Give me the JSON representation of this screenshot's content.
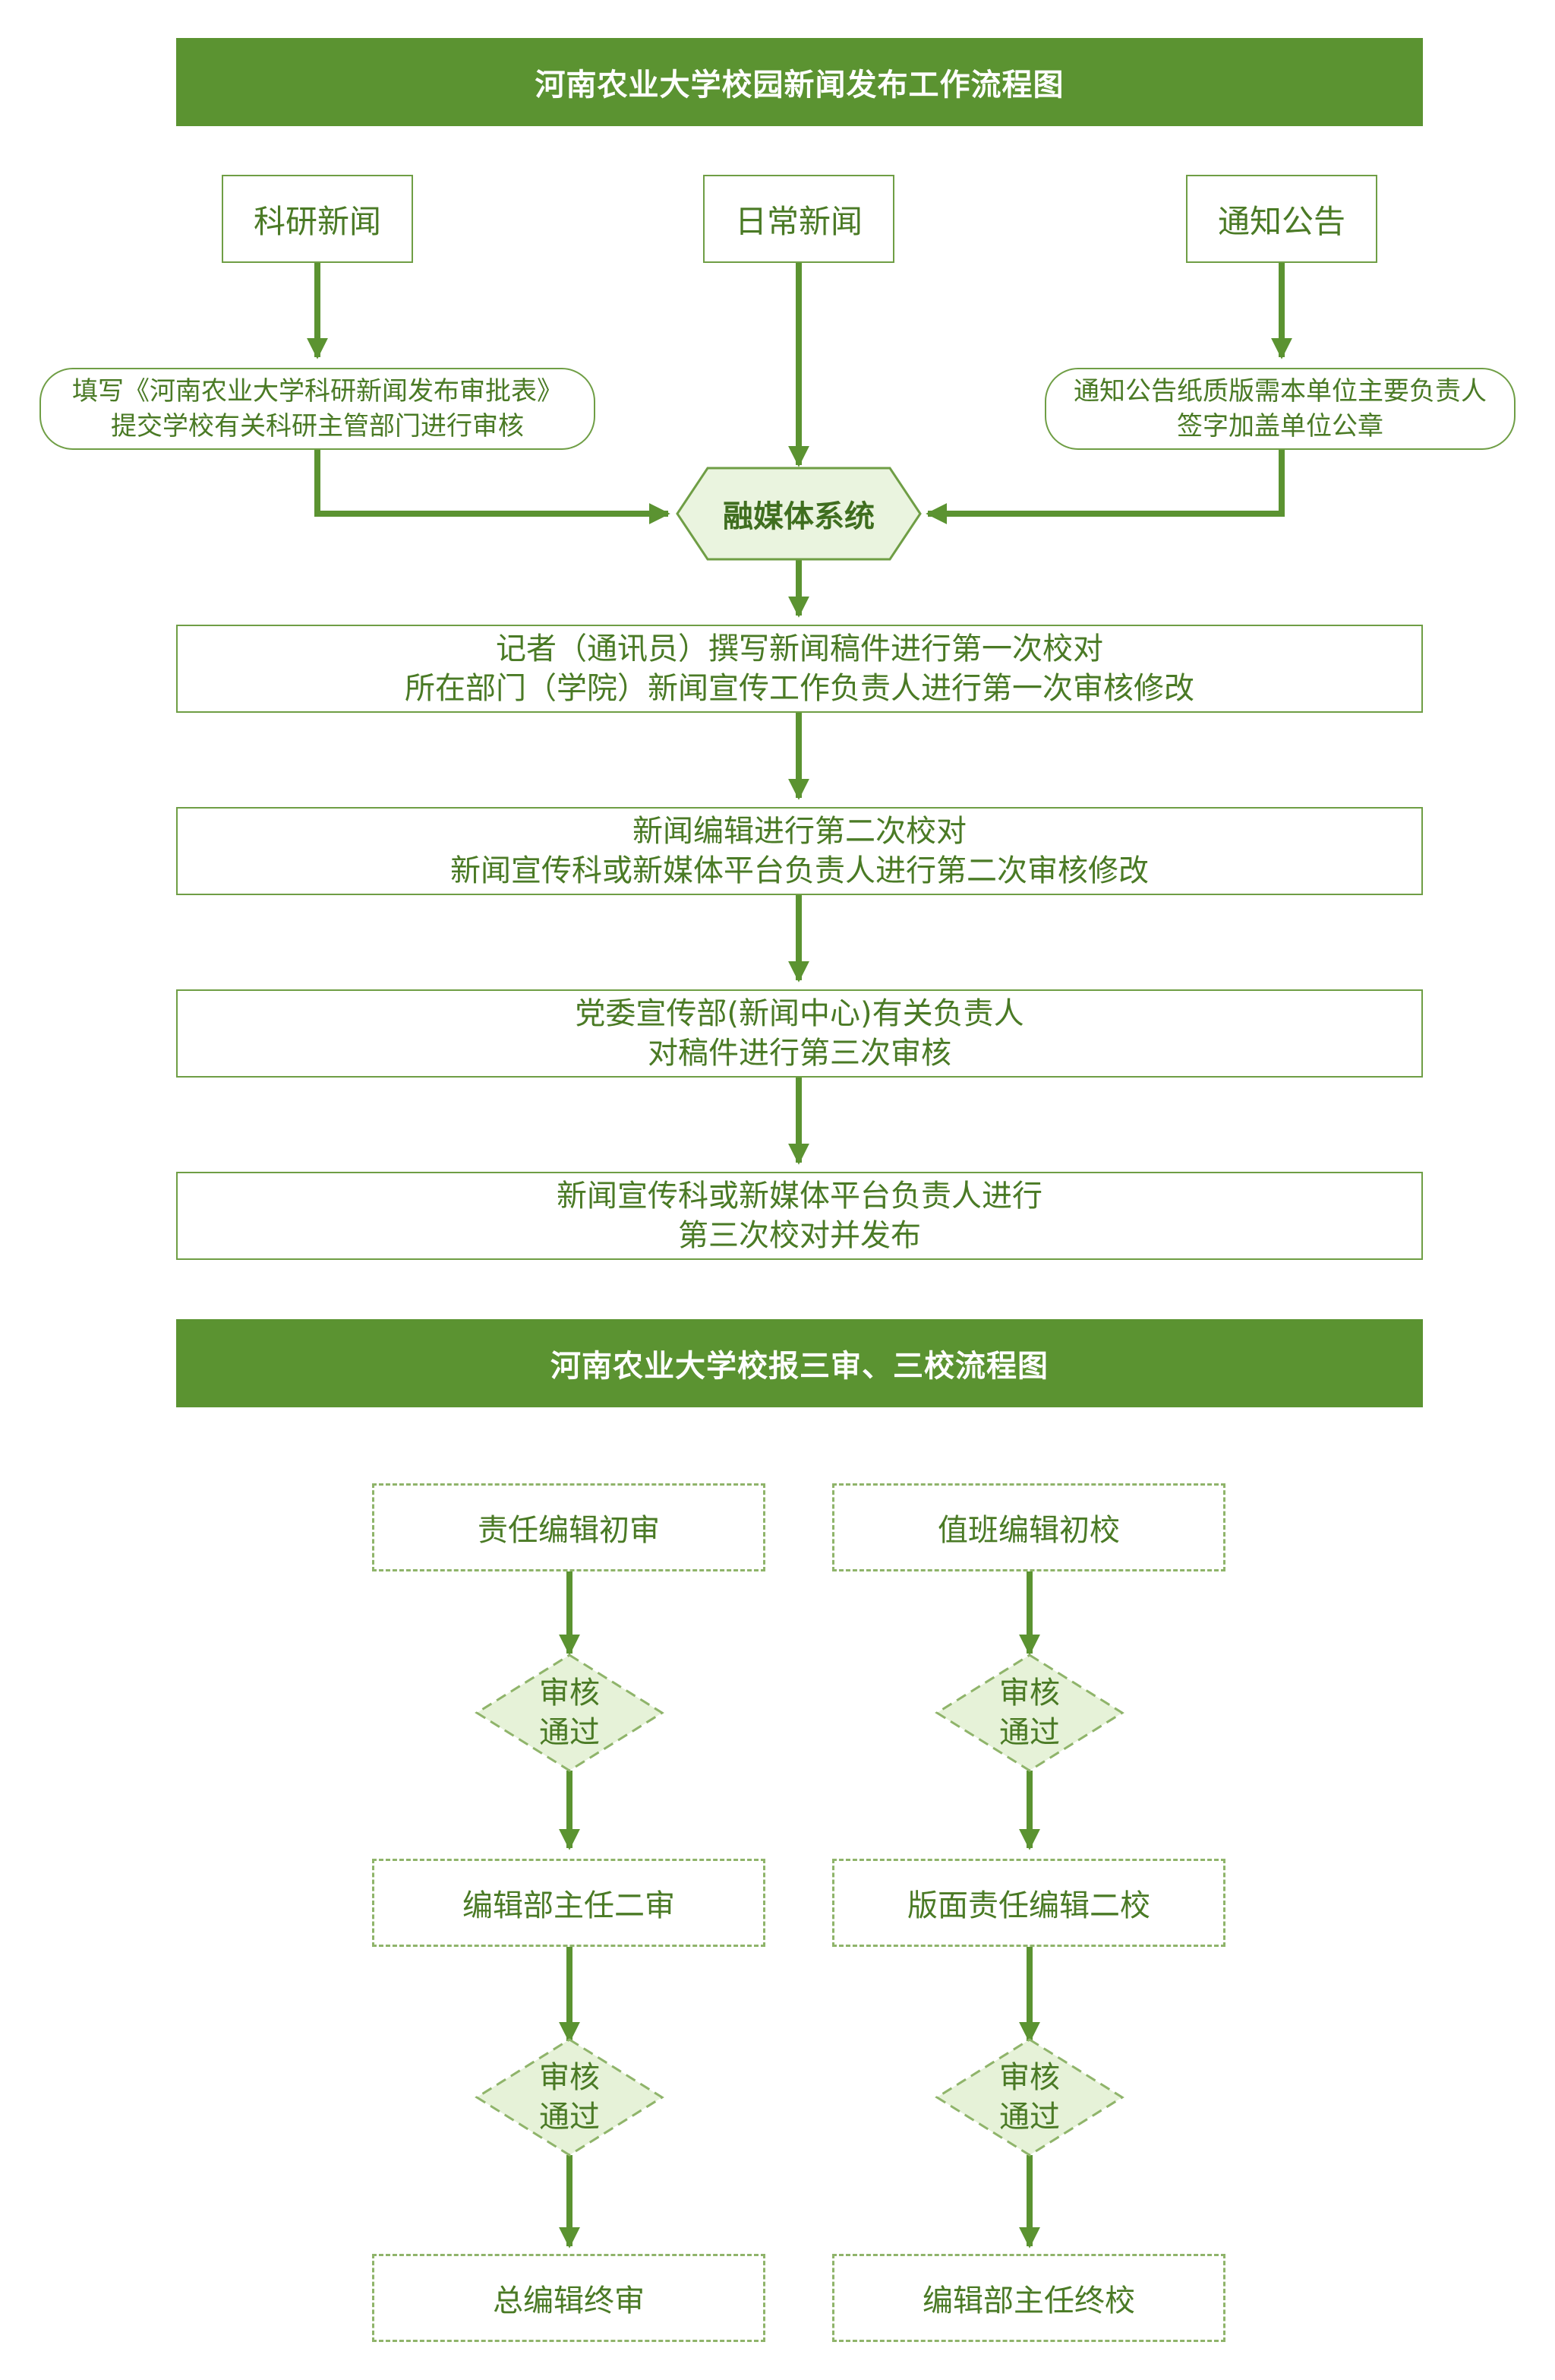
{
  "chart1": {
    "title": "河南农业大学校园新闻发布工作流程图",
    "sources": [
      "科研新闻",
      "日常新闻",
      "通知公告"
    ],
    "left_note": [
      "填写《河南农业大学科研新闻发布审批表》",
      "提交学校有关科研主管部门进行审核"
    ],
    "right_note": [
      "通知公告纸质版需本单位主要负责人",
      "签字加盖单位公章"
    ],
    "hub": "融媒体系统",
    "steps": [
      [
        "记者（通讯员）撰写新闻稿件进行第一次校对",
        "所在部门（学院）新闻宣传工作负责人进行第一次审核修改"
      ],
      [
        "新闻编辑进行第二次校对",
        "新闻宣传科或新媒体平台负责人进行第二次审核修改"
      ],
      [
        "党委宣传部(新闻中心)有关负责人",
        "对稿件进行第三次审核"
      ],
      [
        "新闻宣传科或新媒体平台负责人进行",
        "第三次校对并发布"
      ]
    ]
  },
  "chart2": {
    "title": "河南农业大学校报三审、三校流程图",
    "left_column": [
      "责任编辑初审",
      "编辑部主任二审",
      "总编辑终审"
    ],
    "right_column": [
      "值班编辑初校",
      "版面责任编辑二校",
      "编辑部主任终校"
    ],
    "check": [
      "审核",
      "通过"
    ]
  },
  "colors": {
    "banner": "#5b9331",
    "line": "#5b9331",
    "border": "#6f9e45",
    "diamond_fill": "#e6f2d8",
    "hex_fill": "#eaf4df"
  }
}
